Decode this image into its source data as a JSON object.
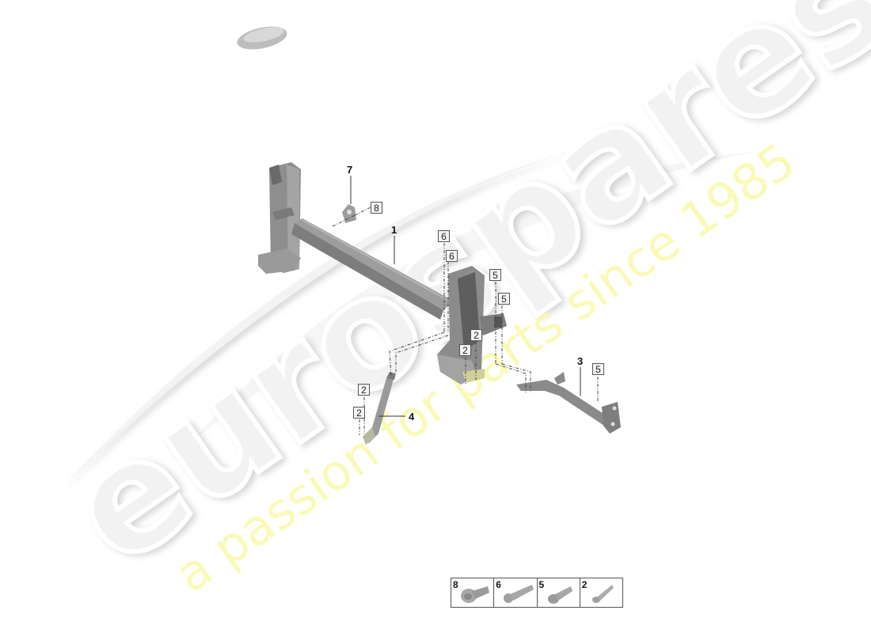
{
  "diagram": {
    "type": "exploded-parts-diagram",
    "watermark": {
      "brand": "eurospares",
      "tagline": "a passion for parts since 1985",
      "brand_color": "#e8e8e8",
      "tagline_color": "#f5f5a0"
    },
    "callouts": [
      {
        "id": "c1",
        "label": "1",
        "style": "bold"
      },
      {
        "id": "c3",
        "label": "3",
        "style": "bold"
      },
      {
        "id": "c4",
        "label": "4",
        "style": "bold"
      },
      {
        "id": "c7",
        "label": "7",
        "style": "bold"
      },
      {
        "id": "c8",
        "label": "8",
        "style": "boxed"
      },
      {
        "id": "c6a",
        "label": "6",
        "style": "boxed"
      },
      {
        "id": "c6b",
        "label": "6",
        "style": "boxed"
      },
      {
        "id": "c5a",
        "label": "5",
        "style": "boxed"
      },
      {
        "id": "c5b",
        "label": "5",
        "style": "boxed"
      },
      {
        "id": "c5c",
        "label": "5",
        "style": "boxed"
      },
      {
        "id": "c2a",
        "label": "2",
        "style": "boxed"
      },
      {
        "id": "c2b",
        "label": "2",
        "style": "boxed"
      },
      {
        "id": "c2c",
        "label": "2",
        "style": "boxed"
      },
      {
        "id": "c2d",
        "label": "2",
        "style": "boxed"
      }
    ],
    "parts": [
      {
        "ref": "1",
        "name": "cross-member-assembly"
      },
      {
        "ref": "3",
        "name": "bracket-strut"
      },
      {
        "ref": "4",
        "name": "support-strut"
      },
      {
        "ref": "7",
        "name": "clip-bracket"
      }
    ],
    "fastener_legend": [
      {
        "ref": "8",
        "name": "flange-head-screw"
      },
      {
        "ref": "6",
        "name": "hex-flange-bolt"
      },
      {
        "ref": "5",
        "name": "hex-flange-bolt-short"
      },
      {
        "ref": "2",
        "name": "hex-bolt-small"
      }
    ],
    "thumbnail": {
      "name": "vehicle-thumbnail"
    },
    "colors": {
      "part_gray": "#8a8a8a",
      "part_dark": "#5c5c5c",
      "part_light": "#b8b8b8",
      "line": "#555555"
    }
  }
}
